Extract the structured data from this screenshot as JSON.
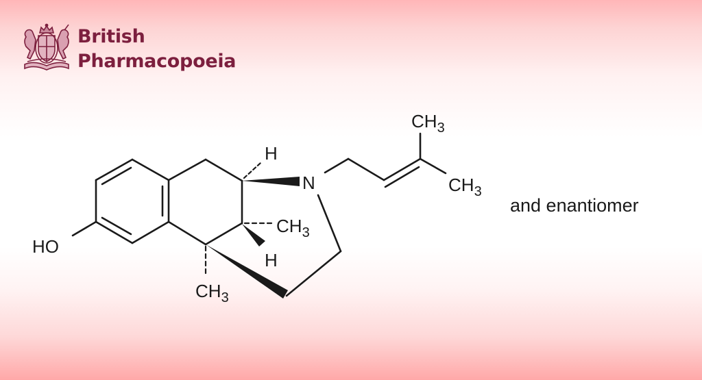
{
  "logo": {
    "crest_icon": "royal-coat-of-arms-icon",
    "line1": "British",
    "line2": "Pharmacopoeia",
    "color": "#7c1f3e"
  },
  "structure": {
    "labels": {
      "ho": "HO",
      "h_top": "H",
      "n": "N",
      "ch3_mid": "CH",
      "ch3_mid_sub": "3",
      "h_mid": "H",
      "ch3_bottom": "CH",
      "ch3_bottom_sub": "3",
      "ch3_top_right": "CH",
      "ch3_top_right_sub": "3",
      "ch3_right": "CH",
      "ch3_right_sub": "3"
    },
    "bond_color": "#1a1a1a"
  },
  "caption": "and enantiomer",
  "background": {
    "top_color": "#ffb6b8",
    "middle_color": "#ffffff",
    "bottom_color": "#ffa8a8"
  }
}
